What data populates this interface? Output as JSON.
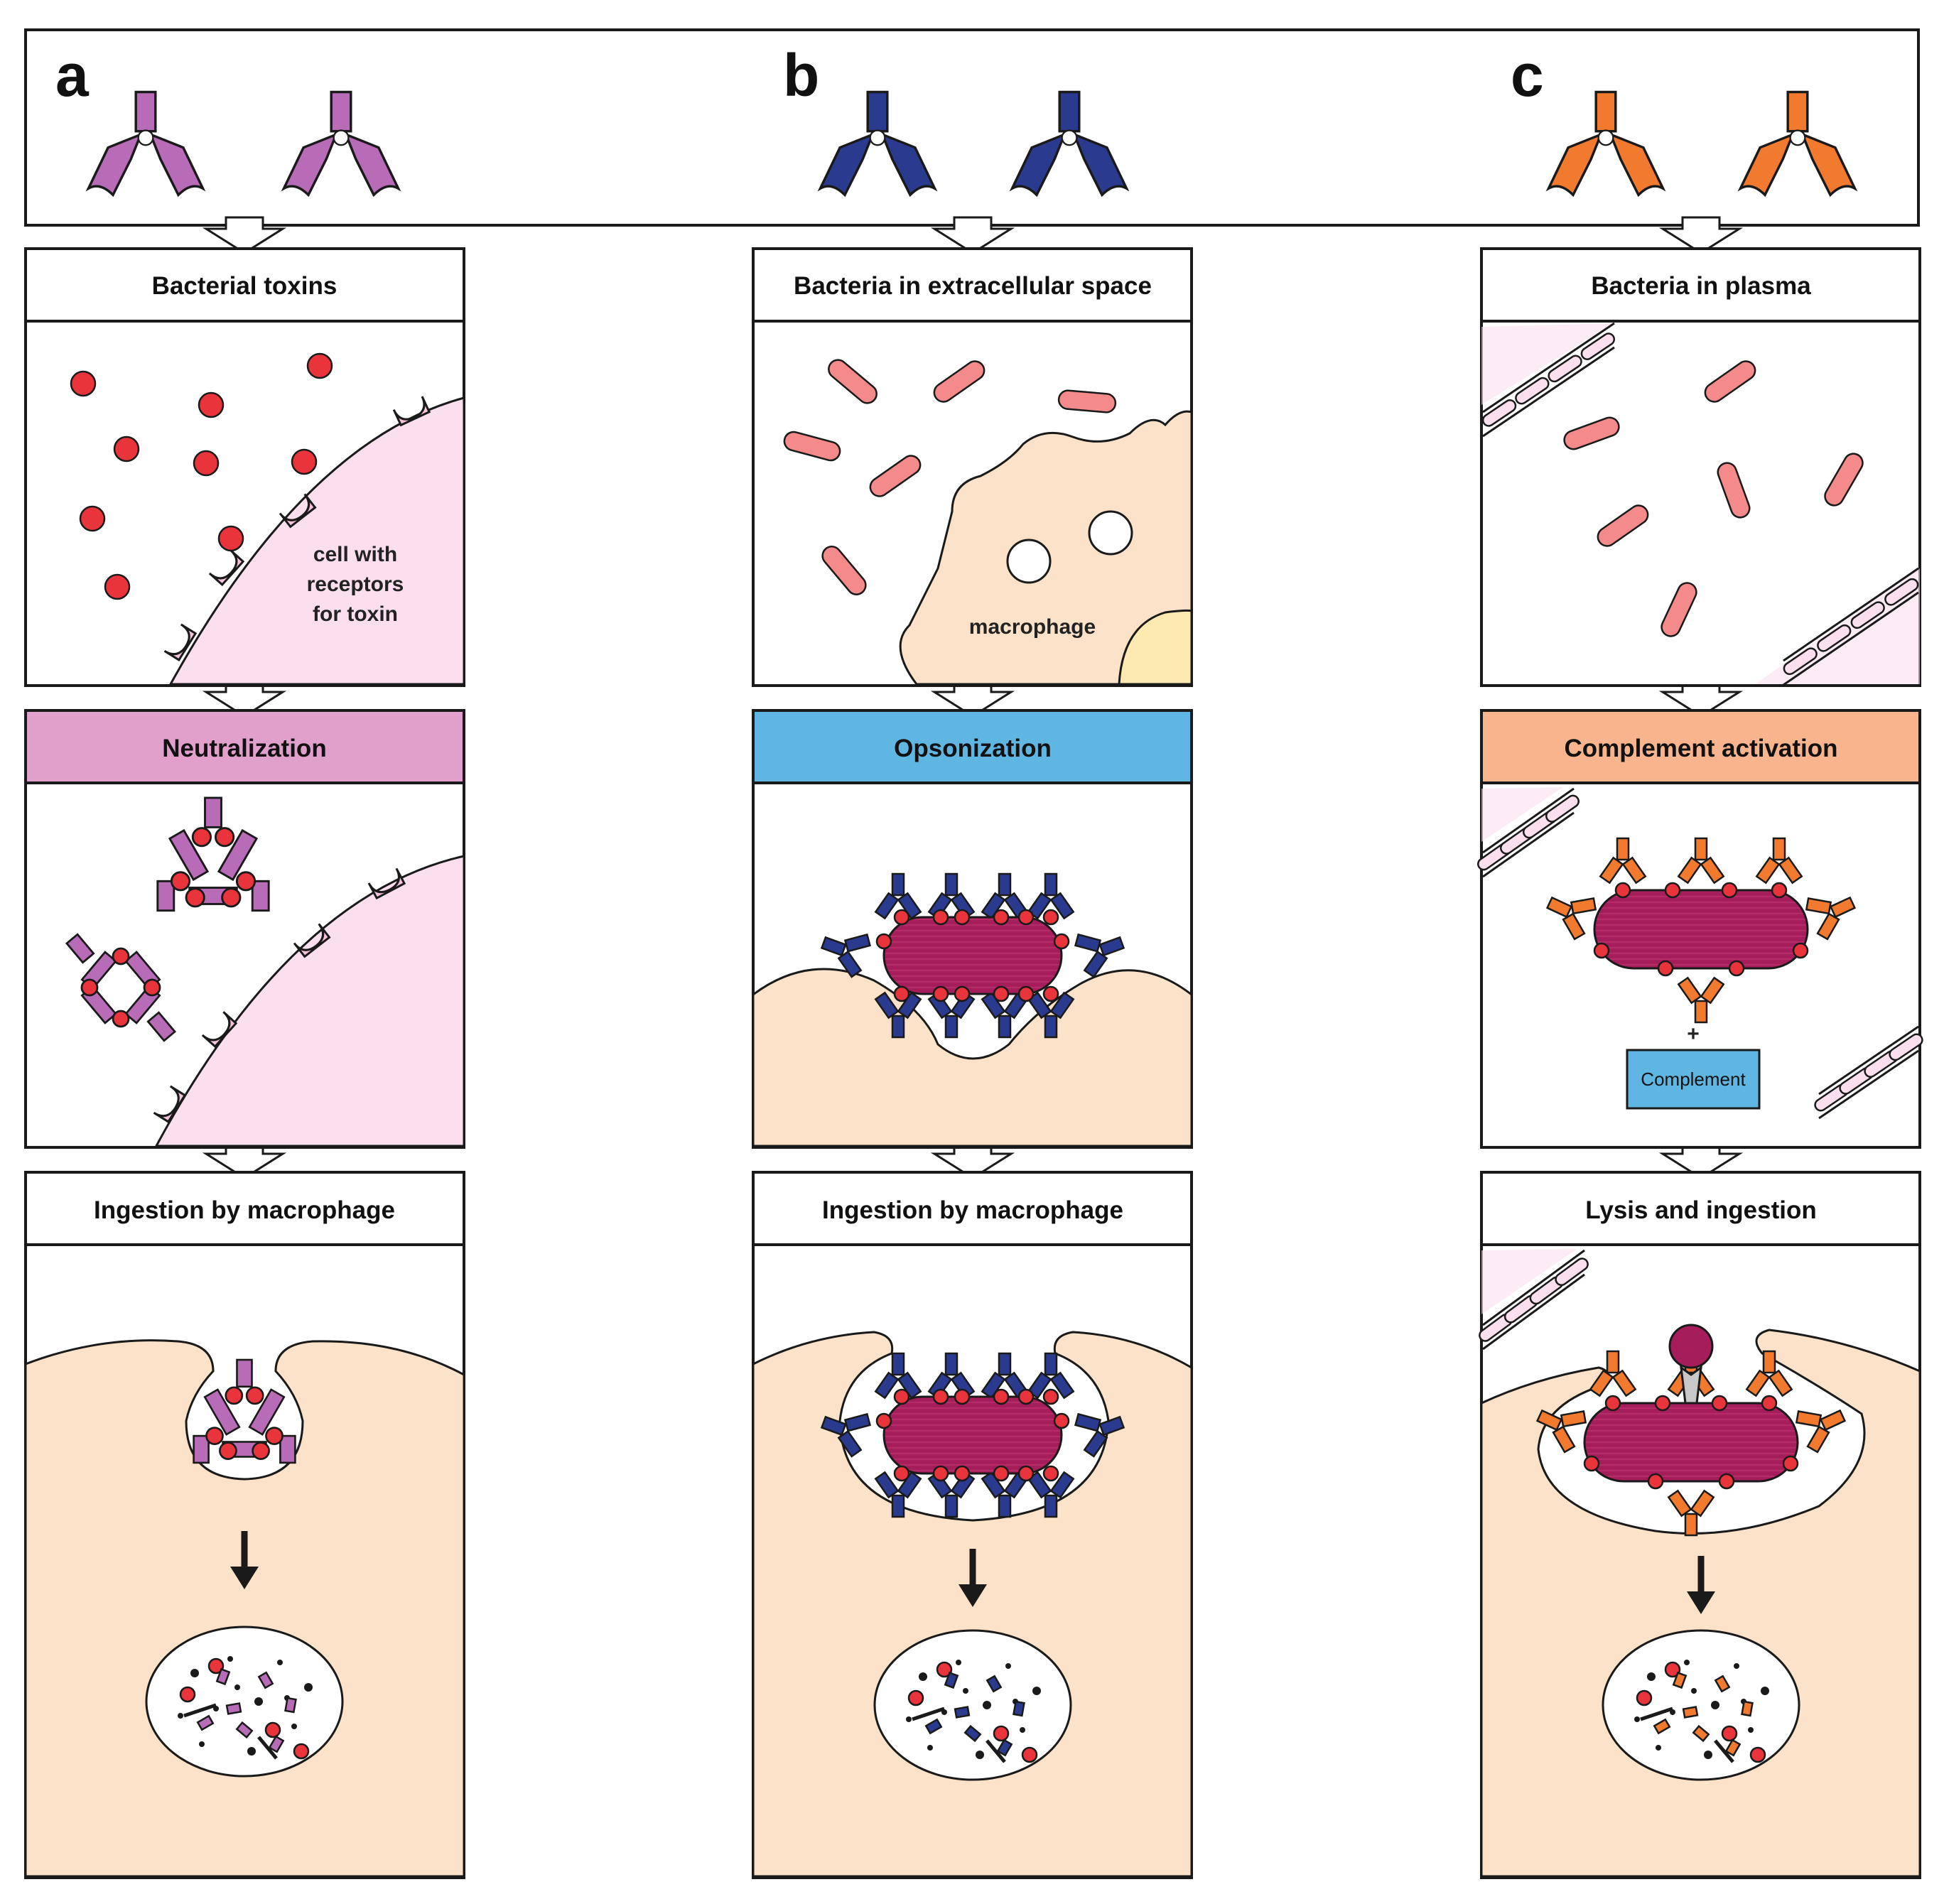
{
  "panel_letters": [
    "a",
    "b",
    "c"
  ],
  "columns": [
    {
      "letter": "a",
      "antibody_color": "#b86bb6",
      "header_color": "#e19fcc",
      "box1_title": "Bacterial toxins",
      "cell_label": [
        "cell with",
        "receptors",
        "for toxin"
      ],
      "mechanism": "Neutralization",
      "box3_title": "Ingestion by macrophage"
    },
    {
      "letter": "b",
      "antibody_color": "#2a3a8f",
      "header_color": "#5fb6e2",
      "box1_title": "Bacteria in extracellular space",
      "cell_label": [
        "macrophage"
      ],
      "mechanism": "Opsonization",
      "box3_title": "Ingestion by macrophage"
    },
    {
      "letter": "c",
      "antibody_color": "#f27a2e",
      "header_color": "#f8b48c",
      "box1_title": "Bacteria in plasma",
      "mechanism": "Complement activation",
      "complement_label": "Complement",
      "plus_sign": "+",
      "box3_title": "Lysis and ingestion"
    }
  ],
  "colors": {
    "outline": "#1a1a1a",
    "macrophage": "#fbe2c8",
    "toxin": "#e8343a",
    "bacterium": "#f48a8a",
    "big_bacterium": "#a51d5a",
    "cell_pink": "#fbdfee",
    "complement_box": "#5fb6e2"
  }
}
